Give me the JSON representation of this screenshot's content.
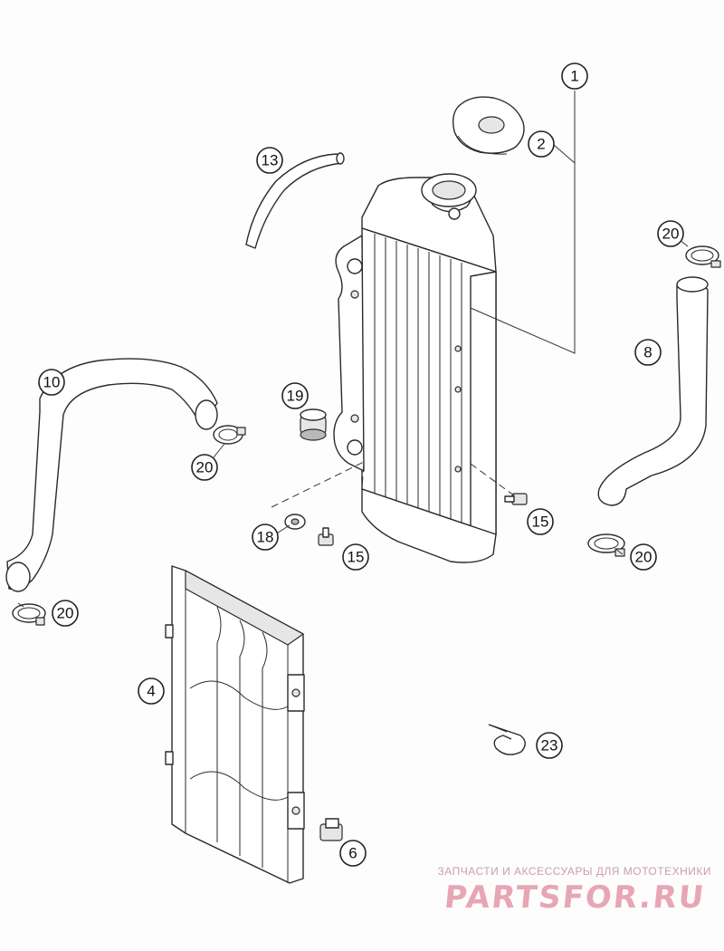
{
  "callouts": {
    "c1": "1",
    "c2": "2",
    "c4": "4",
    "c6": "6",
    "c8": "8",
    "c10": "10",
    "c13": "13",
    "c15a": "15",
    "c15b": "15",
    "c18": "18",
    "c19": "19",
    "c20a": "20",
    "c20b": "20",
    "c20c": "20",
    "c20d": "20",
    "c23": "23"
  },
  "watermark": {
    "tagline": "ЗАПЧАСТИ И АКСЕССУАРЫ ДЛЯ МОТОТЕХНИКИ",
    "logo": "PARTSFOR.RU"
  },
  "colors": {
    "line": "#2a2a2a",
    "watermark": "#e8a6b4"
  }
}
